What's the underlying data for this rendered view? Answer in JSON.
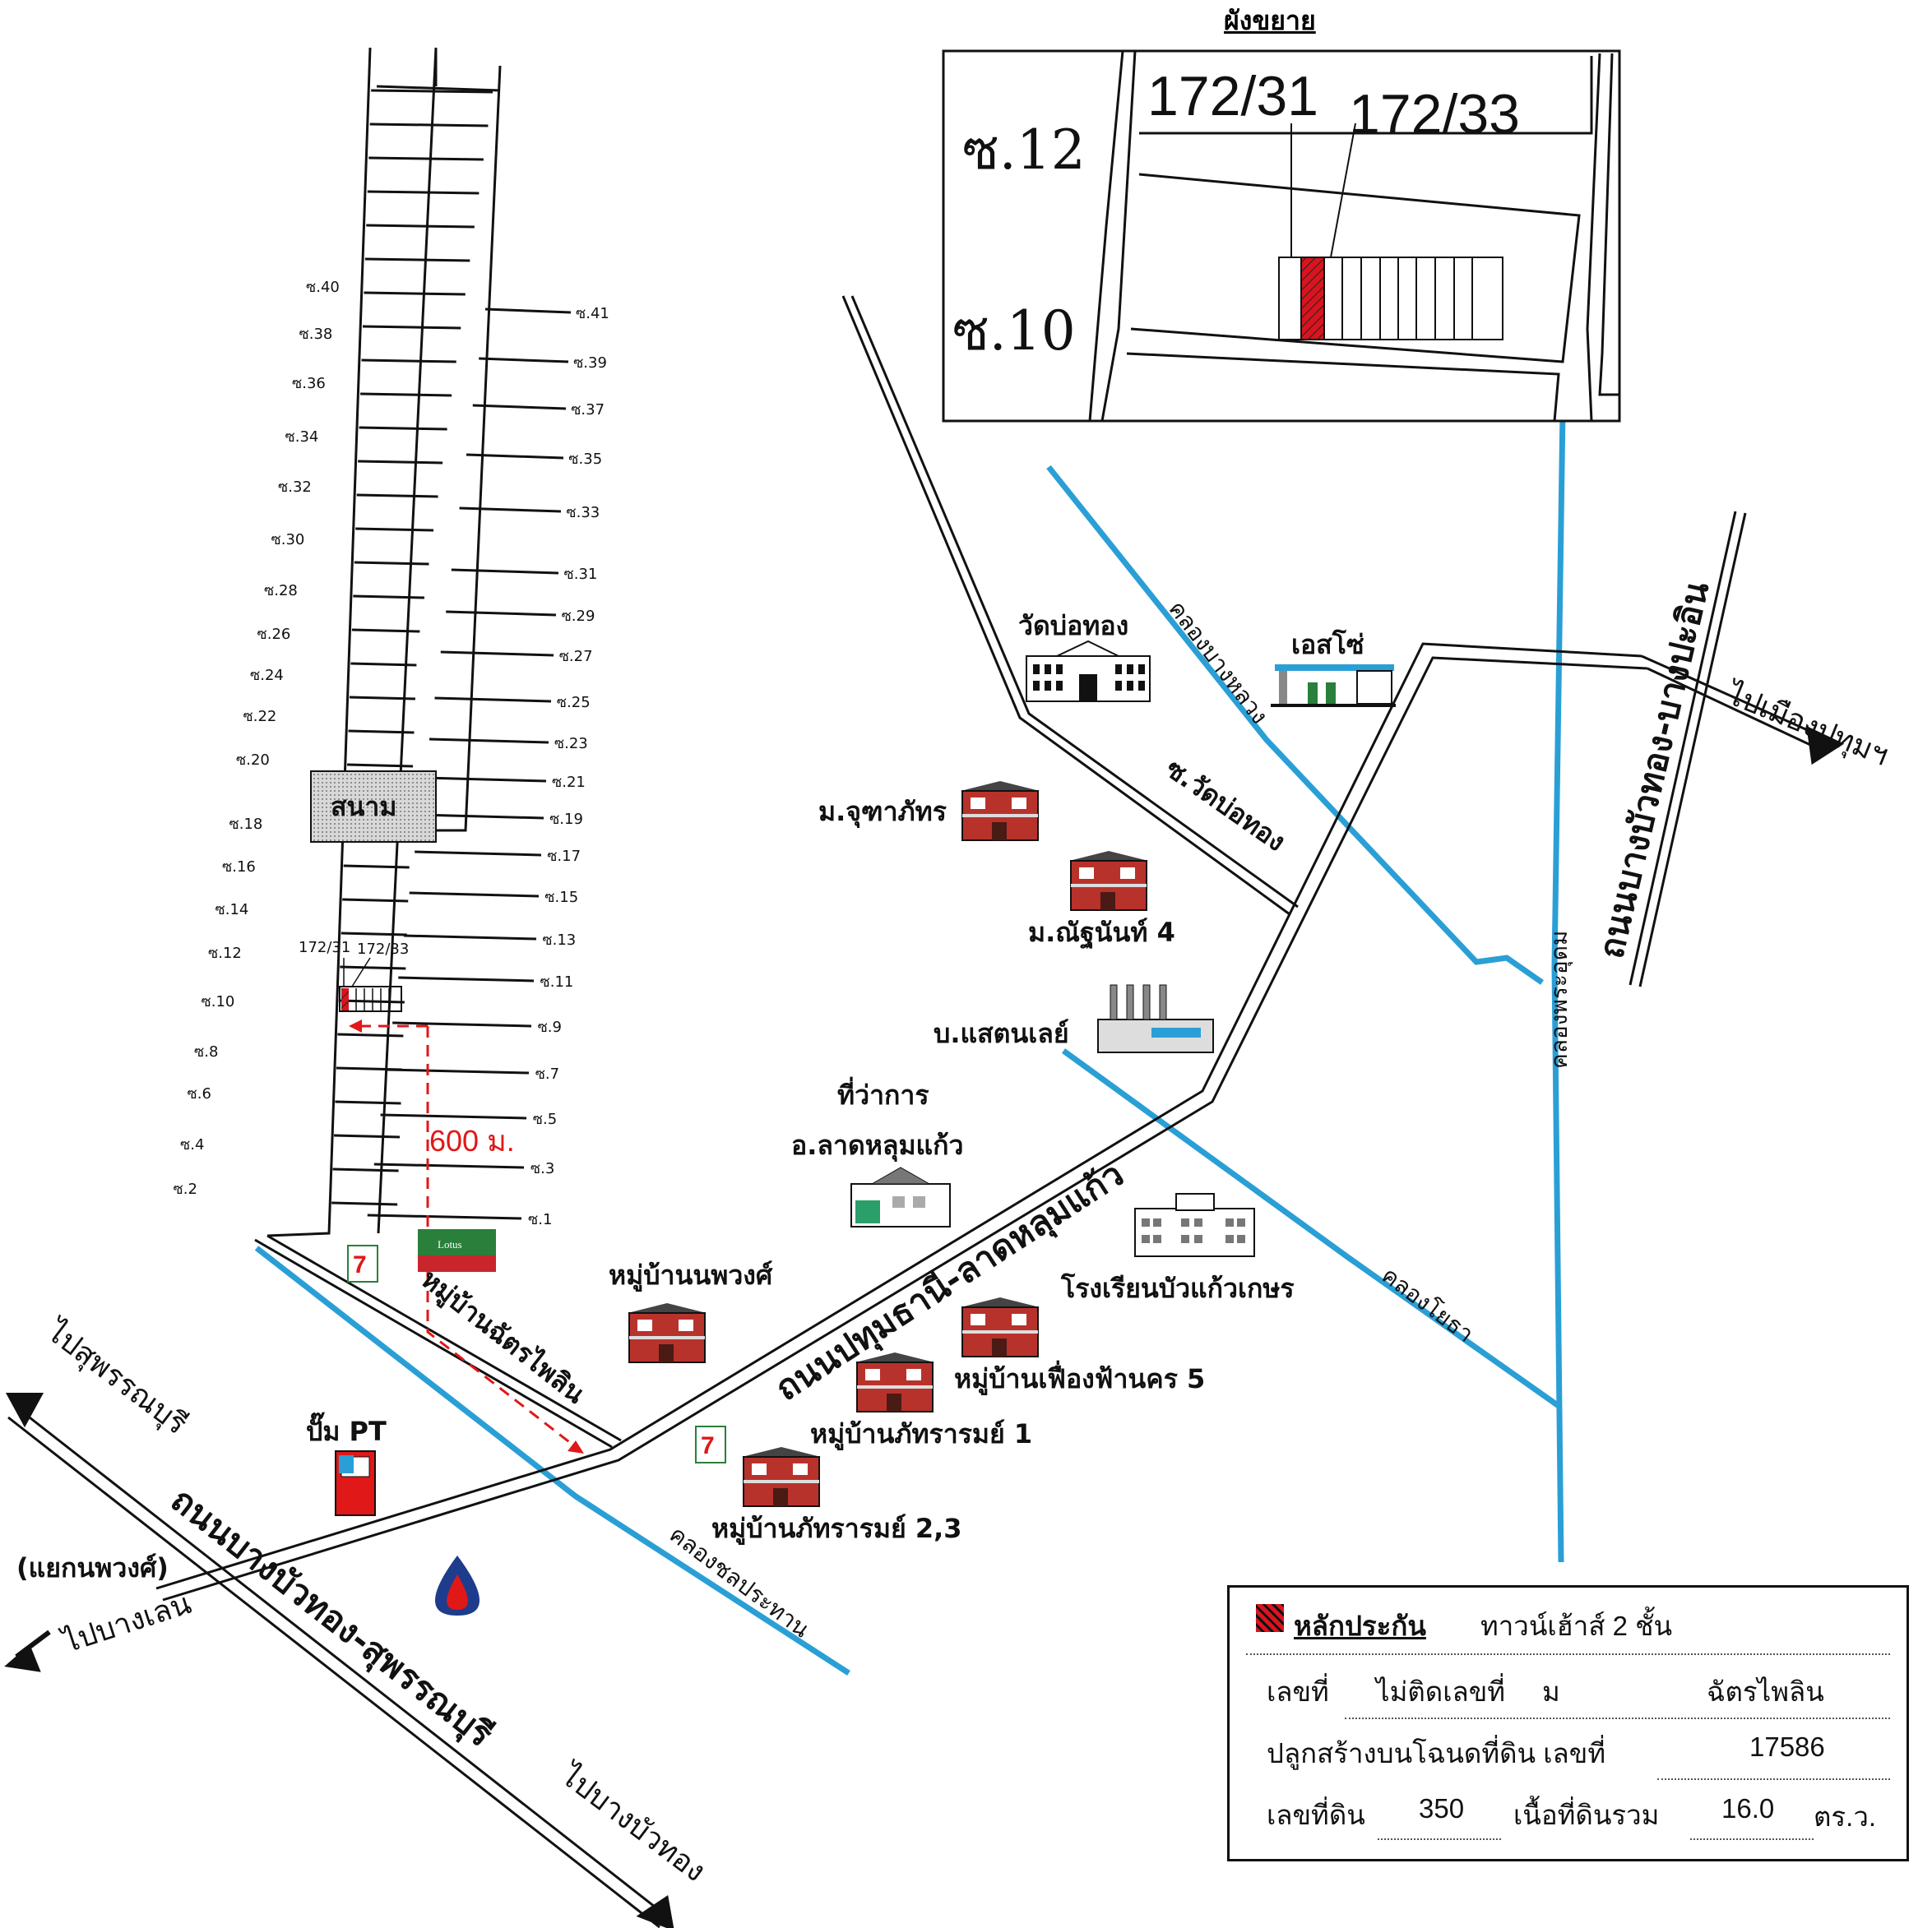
{
  "inset": {
    "title": "ผังขยาย",
    "plot_left": "172/31",
    "plot_right": "172/33",
    "soi_top": "ซ.12",
    "soi_bottom": "ซ.10"
  },
  "soi_left": [
    "ซ.40",
    "ซ.38",
    "ซ.36",
    "ซ.34",
    "ซ.32",
    "ซ.30",
    "ซ.28",
    "ซ.26",
    "ซ.24",
    "ซ.22",
    "ซ.20",
    "ซ.18",
    "ซ.16",
    "ซ.14",
    "ซ.12",
    "ซ.10",
    "ซ.8",
    "ซ.6",
    "ซ.4",
    "ซ.2"
  ],
  "soi_right": [
    "ซ.41",
    "ซ.39",
    "ซ.37",
    "ซ.35",
    "ซ.33",
    "ซ.31",
    "ซ.29",
    "ซ.27",
    "ซ.25",
    "ซ.23",
    "ซ.21",
    "ซ.19",
    "ซ.17",
    "ซ.15",
    "ซ.13",
    "ซ.11",
    "ซ.9",
    "ซ.7",
    "ซ.5",
    "ซ.3",
    "ซ.1"
  ],
  "map": {
    "field": "สนาม",
    "small_plot_left": "172/31",
    "small_plot_right": "172/33",
    "distance": "600 ม.",
    "village_road": "หมู่บ้านฉัตรไพลิน",
    "road_main": "ถนนปทุมธานี-ลาดหลุมแก้ว",
    "road_bangbuathong": "ถนนบางบัวทอง-บางปะอิน",
    "road_suphanburi": "ถนนบางบัวทอง-สุพรรณบุรี",
    "soi_wat": "ซ.วัดบ่อทอง",
    "to_pathum": "ไปเมืองปทุมฯ",
    "to_suphanburi": "ไปสุพรรณบุรี",
    "to_bang_len": "ไปบางเลน",
    "to_bang_bua_thong": "ไปบางบัวทอง",
    "junction": "(แยกนพวงศ์)",
    "canal_bang_luang": "คลองบางหลวง",
    "canal_phra_udom": "คลองพระอุดม",
    "canal_chonlaprathan": "คลองชลประทาน",
    "canal_yotha": "คลองโยธา",
    "wat": "วัดบ่อทอง",
    "esso": "เอสโซ่",
    "juthaphat": "ม.จุฑาภัทร",
    "nattanan": "ม.ณัฐนันท์ 4",
    "stanley": "บ.แสตนเลย์",
    "district_office_1": "ที่ว่าการ",
    "district_office_2": "อ.ลาดหลุมแก้ว",
    "school": "โรงเรียนบัวแก้วเกษร",
    "noppawong": "หมู่บ้านนพวงศ์",
    "fueangfa": "หมู่บ้านเฟื่องฟ้านคร 5",
    "phattharam1": "หมู่บ้านภัทรารมย์ 1",
    "phattharam23": "หมู่บ้านภัทรารมย์ 2,3",
    "pump": "ปั๊ม PT",
    "lotus": "Lotus"
  },
  "legend": {
    "collateral": "หลักประกัน",
    "type": "ทาวน์เฮ้าส์ 2 ชั้น",
    "house_no_label": "เลขที่",
    "house_no_value": "ไม่ติดเลขที่",
    "moo_label": "ม",
    "village_value": "ฉัตรไพลิน",
    "deed_label": "ปลูกสร้างบนโฉนดที่ดิน เลขที่",
    "deed_value": "17586",
    "land_no_label": "เลขที่ดิน",
    "land_no_value": "350",
    "area_label": "เนื้อที่ดินรวม",
    "area_value": "16.0",
    "area_unit": "ตร.ว."
  },
  "colors": {
    "canal": "#2a9fd6",
    "collateral": "#d8141e",
    "distance": "#e01818",
    "field": "#c8c8c8"
  }
}
